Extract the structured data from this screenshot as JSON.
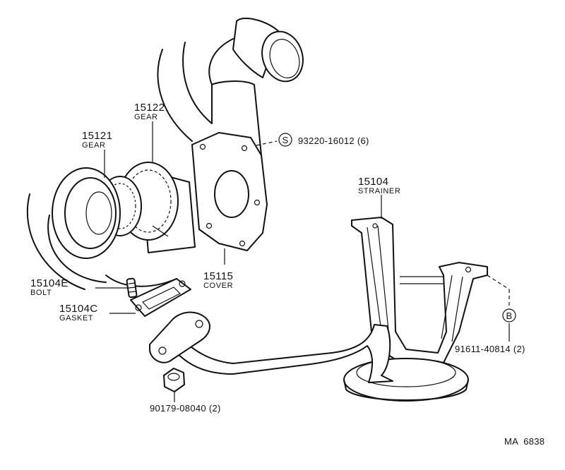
{
  "parts": {
    "gear_15122": {
      "number": "15122",
      "name": "GEAR"
    },
    "gear_15121": {
      "number": "15121",
      "name": "GEAR"
    },
    "screw": {
      "symbol": "S",
      "ref": "93220-16012 (6)"
    },
    "strainer": {
      "number": "15104",
      "name": "STRAINER"
    },
    "bolt": {
      "number": "15104E",
      "name": "BOLT"
    },
    "gasket": {
      "number": "15104C",
      "name": "GASKET"
    },
    "cover": {
      "number": "15115",
      "name": "COVER"
    },
    "b_part": {
      "symbol": "B",
      "ref": "91611-40814 (2)"
    },
    "nut": {
      "ref": "90179-08040 (2)"
    }
  },
  "diagram_code": "MA  6838"
}
